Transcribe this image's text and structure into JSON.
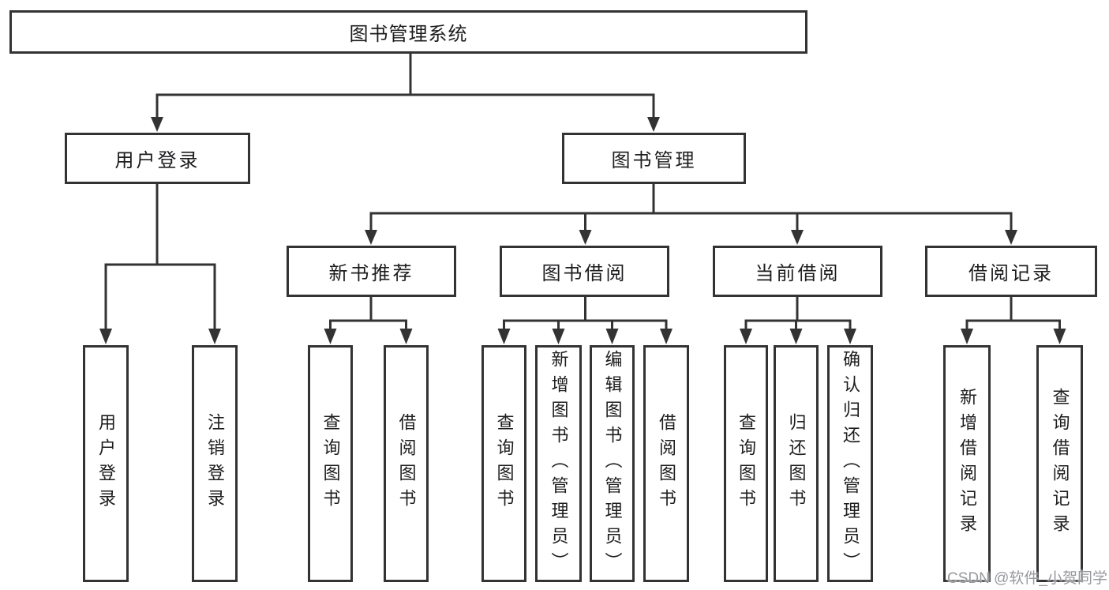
{
  "diagram": {
    "title": "图书管理系统",
    "tree": {
      "root": {
        "label": "图书管理系统"
      },
      "branches": [
        {
          "label": "用户登录",
          "children": [
            {
              "label": "用户登录"
            },
            {
              "label": "注销登录"
            }
          ]
        },
        {
          "label": "图书管理",
          "children": [
            {
              "label": "新书推荐",
              "children": [
                {
                  "label": "查询图书"
                },
                {
                  "label": "借阅图书"
                }
              ]
            },
            {
              "label": "图书借阅",
              "children": [
                {
                  "label": "查询图书"
                },
                {
                  "label": "新增图书（管理员）"
                },
                {
                  "label": "编辑图书（管理员）"
                },
                {
                  "label": "借阅图书"
                }
              ]
            },
            {
              "label": "当前借阅",
              "children": [
                {
                  "label": "查询图书"
                },
                {
                  "label": "归还图书"
                },
                {
                  "label": "确认归还（管理员）"
                }
              ]
            },
            {
              "label": "借阅记录",
              "children": [
                {
                  "label": "新增借阅记录"
                },
                {
                  "label": "查询借阅记录"
                }
              ]
            }
          ]
        }
      ]
    }
  },
  "watermark": {
    "text": "CSDN @软件_小贺同学"
  },
  "colors": {
    "background": "#ffffff",
    "line": "#333333",
    "text": "#1d1d1f",
    "watermark": "#97999d"
  }
}
